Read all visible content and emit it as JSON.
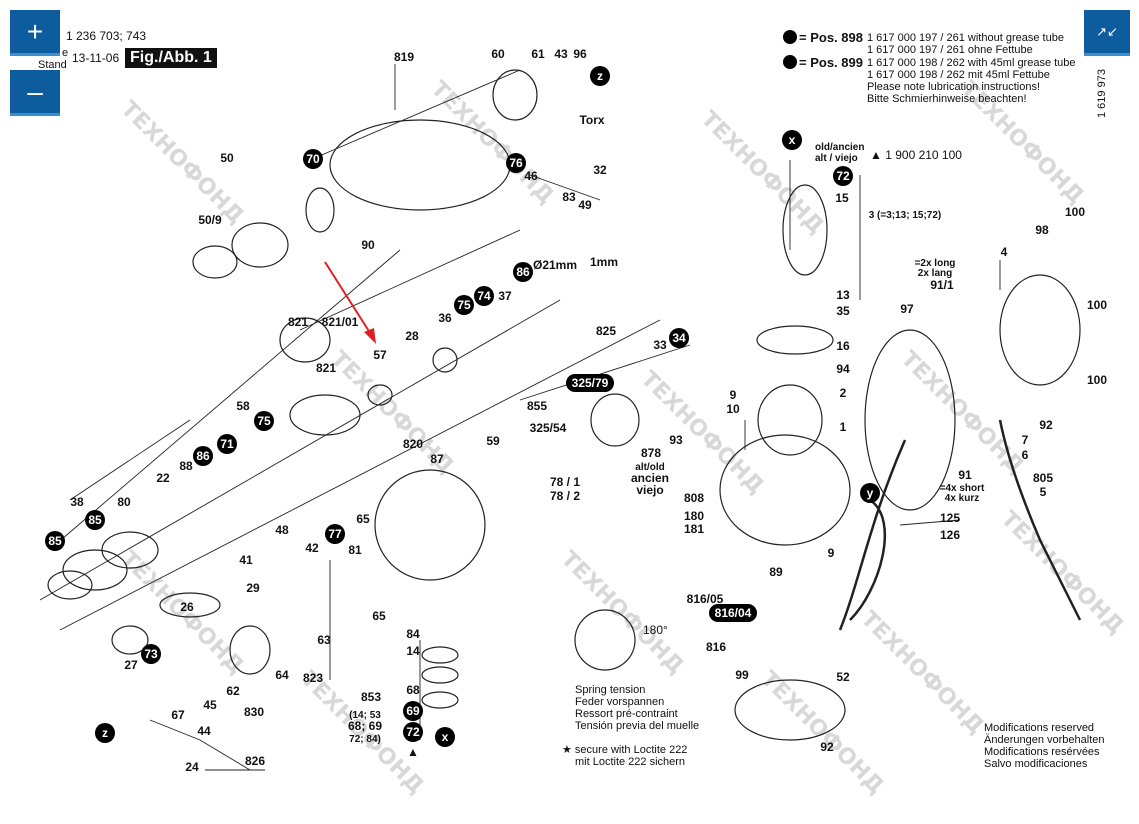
{
  "controls": {
    "zoom_in": "+",
    "zoom_out": "–",
    "collapse": "↗↙"
  },
  "header": {
    "part_no": "1 236 703; 743",
    "stand_label_1": "e",
    "stand_label_2": "Stand",
    "date": "13-11-06",
    "figure": "Fig./Abb. 1",
    "side_code": "1 619 973"
  },
  "legend": {
    "pos898": "= Pos. 898",
    "pos898_l1": "1 617 000 197 / 261 without grease tube",
    "pos898_l2": "1 617 000 197 / 261 ohne Fettube",
    "pos899": "= Pos. 899",
    "pos899_l1": "1 617 000 198 / 262 with 45ml grease tube",
    "pos899_l2": "1 617 000 198 / 262 mit 45ml Fettube",
    "note1": "Please note lubrication instructions!",
    "note2": "Bitte Schmierhinweise beachten!"
  },
  "old_note": {
    "l1": "old/ancien",
    "l2": "alt / viejo",
    "part": "▲ 1 900 210 100"
  },
  "spring": {
    "angle": "180°",
    "l1": "Spring tension",
    "l2": "Feder vorspannen",
    "l3": "Ressort pré-contraint",
    "l4": "Tensión previa del muelle"
  },
  "loctite": {
    "l1": "★ secure with Loctite 222",
    "l2": "mit Loctite 222 sichern"
  },
  "modifications": [
    "Modifications reserved",
    "Änderungen vorbehalten",
    "Modifications resérvées",
    "Salvo modificaciones"
  ],
  "watermark": "ТЕХНОФОНД",
  "accent_color": "#0d5c9e",
  "arrow_color": "#e02020",
  "labels": [
    {
      "t": "819"
    },
    {
      "t": "60"
    },
    {
      "t": "61"
    },
    {
      "t": "43"
    },
    {
      "t": "96"
    },
    {
      "t": "z",
      "b": true
    },
    {
      "t": "Torx"
    },
    {
      "t": "70",
      "b": true
    },
    {
      "t": "50"
    },
    {
      "t": "50/9"
    },
    {
      "t": "90"
    },
    {
      "t": "76",
      "b": true
    },
    {
      "t": "46"
    },
    {
      "t": "32"
    },
    {
      "t": "83"
    },
    {
      "t": "49"
    },
    {
      "t": "86",
      "b": true
    },
    {
      "t": "Ø21mm"
    },
    {
      "t": "1mm"
    },
    {
      "t": "74",
      "b": true
    },
    {
      "t": "37"
    },
    {
      "t": "75",
      "b": true
    },
    {
      "t": "36"
    },
    {
      "t": "28"
    },
    {
      "t": "821"
    },
    {
      "t": "821/01"
    },
    {
      "t": "57"
    },
    {
      "t": "821"
    },
    {
      "t": "58"
    },
    {
      "t": "75",
      "b": true
    },
    {
      "t": "71",
      "b": true
    },
    {
      "t": "86",
      "b": true
    },
    {
      "t": "88"
    },
    {
      "t": "22"
    },
    {
      "t": "80"
    },
    {
      "t": "38"
    },
    {
      "t": "85",
      "b": true
    },
    {
      "t": "85",
      "b": true
    },
    {
      "t": "820"
    },
    {
      "t": "87"
    },
    {
      "t": "59"
    },
    {
      "t": "48"
    },
    {
      "t": "77",
      "b": true
    },
    {
      "t": "65"
    },
    {
      "t": "42"
    },
    {
      "t": "81"
    },
    {
      "t": "41"
    },
    {
      "t": "29"
    },
    {
      "t": "26"
    },
    {
      "t": "65"
    },
    {
      "t": "63"
    },
    {
      "t": "73",
      "b": true
    },
    {
      "t": "27"
    },
    {
      "t": "62"
    },
    {
      "t": "64"
    },
    {
      "t": "823"
    },
    {
      "t": "45"
    },
    {
      "t": "67"
    },
    {
      "t": "830"
    },
    {
      "t": "44"
    },
    {
      "t": "z",
      "b": true
    },
    {
      "t": "24"
    },
    {
      "t": "826"
    },
    {
      "t": "825"
    },
    {
      "t": "33"
    },
    {
      "t": "34",
      "b": true
    },
    {
      "t": "325/79",
      "b": true
    },
    {
      "t": "855"
    },
    {
      "t": "325/54"
    },
    {
      "t": "93"
    },
    {
      "t": "878"
    },
    {
      "t": "alt/old"
    },
    {
      "t": "ancien"
    },
    {
      "t": "viejo"
    },
    {
      "t": "78 / 1"
    },
    {
      "t": "78 / 2"
    },
    {
      "t": "84"
    },
    {
      "t": "14"
    },
    {
      "t": "68"
    },
    {
      "t": "69",
      "b": true
    },
    {
      "t": "853"
    },
    {
      "t": "(14; 53"
    },
    {
      "t": "68; 69"
    },
    {
      "t": "72; 84)"
    },
    {
      "t": "72",
      "b": true
    },
    {
      "t": "x",
      "b": true
    },
    {
      "t": "▲"
    },
    {
      "t": "x",
      "b": true
    },
    {
      "t": "72",
      "b": true
    },
    {
      "t": "15"
    },
    {
      "t": "3 (=3;13; 15;72)"
    },
    {
      "t": "13"
    },
    {
      "t": "35"
    },
    {
      "t": "16"
    },
    {
      "t": "94"
    },
    {
      "t": "2"
    },
    {
      "t": "9"
    },
    {
      "t": "10"
    },
    {
      "t": "1"
    },
    {
      "t": "808"
    },
    {
      "t": "180"
    },
    {
      "t": "181"
    },
    {
      "t": "y",
      "b": true
    },
    {
      "t": "9"
    },
    {
      "t": "89"
    },
    {
      "t": "816/05"
    },
    {
      "t": "816/04",
      "b": true
    },
    {
      "t": "816"
    },
    {
      "t": "99"
    },
    {
      "t": "52"
    },
    {
      "t": "92"
    },
    {
      "t": "100"
    },
    {
      "t": "98"
    },
    {
      "t": "4"
    },
    {
      "t": "=2x long"
    },
    {
      "t": "2x lang"
    },
    {
      "t": "91/1"
    },
    {
      "t": "97"
    },
    {
      "t": "100"
    },
    {
      "t": "100"
    },
    {
      "t": "92"
    },
    {
      "t": "7"
    },
    {
      "t": "6"
    },
    {
      "t": "91"
    },
    {
      "t": "=4x short"
    },
    {
      "t": "4x kurz"
    },
    {
      "t": "805"
    },
    {
      "t": "5"
    },
    {
      "t": "125"
    },
    {
      "t": "126"
    }
  ]
}
